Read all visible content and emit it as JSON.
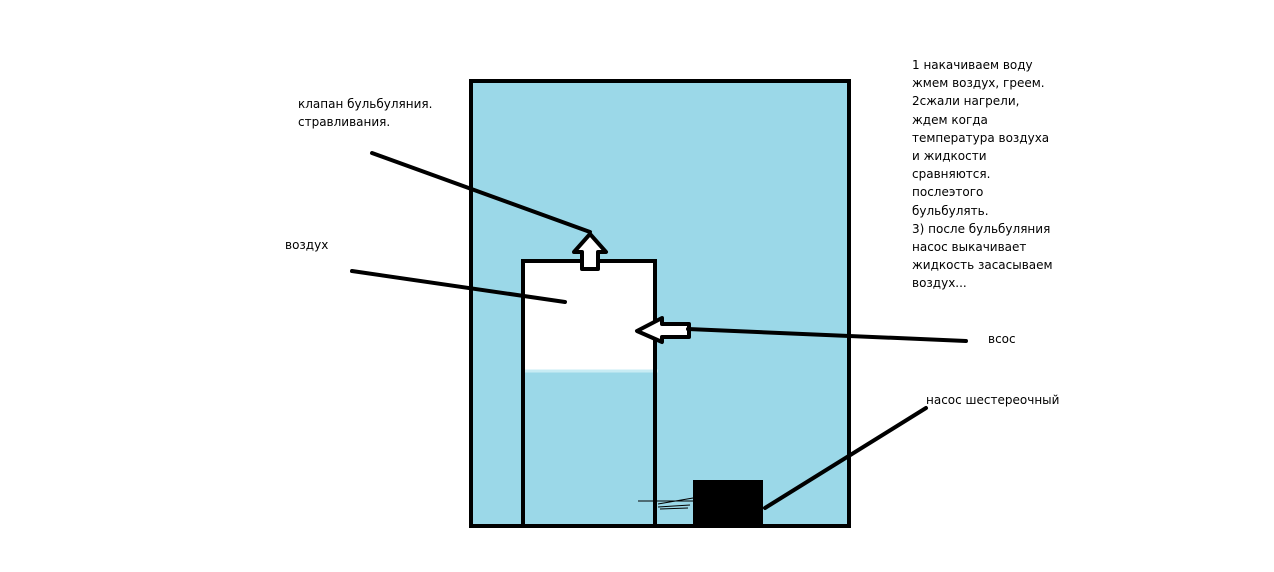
{
  "labels": {
    "valve_line1": "клапан бульбуляния.",
    "valve_line2": "стравливания.",
    "air": "воздух",
    "intake": "всос",
    "pump": "насос шестереочный"
  },
  "notes": [
    "1 накачиваем воду",
    "жмем воздух, греем.",
    "2сжали нагрели,",
    "ждем когда",
    "температура воздуха",
    "и жидкости",
    "сравняются.",
    "послеэтого",
    "бульбулять.",
    "3) после бульбуляния",
    "насос выкачивает",
    "жидкость засасываем",
    "воздух..."
  ],
  "colors": {
    "water": "#9bd8e8",
    "stroke": "#000000",
    "air": "#ffffff"
  }
}
